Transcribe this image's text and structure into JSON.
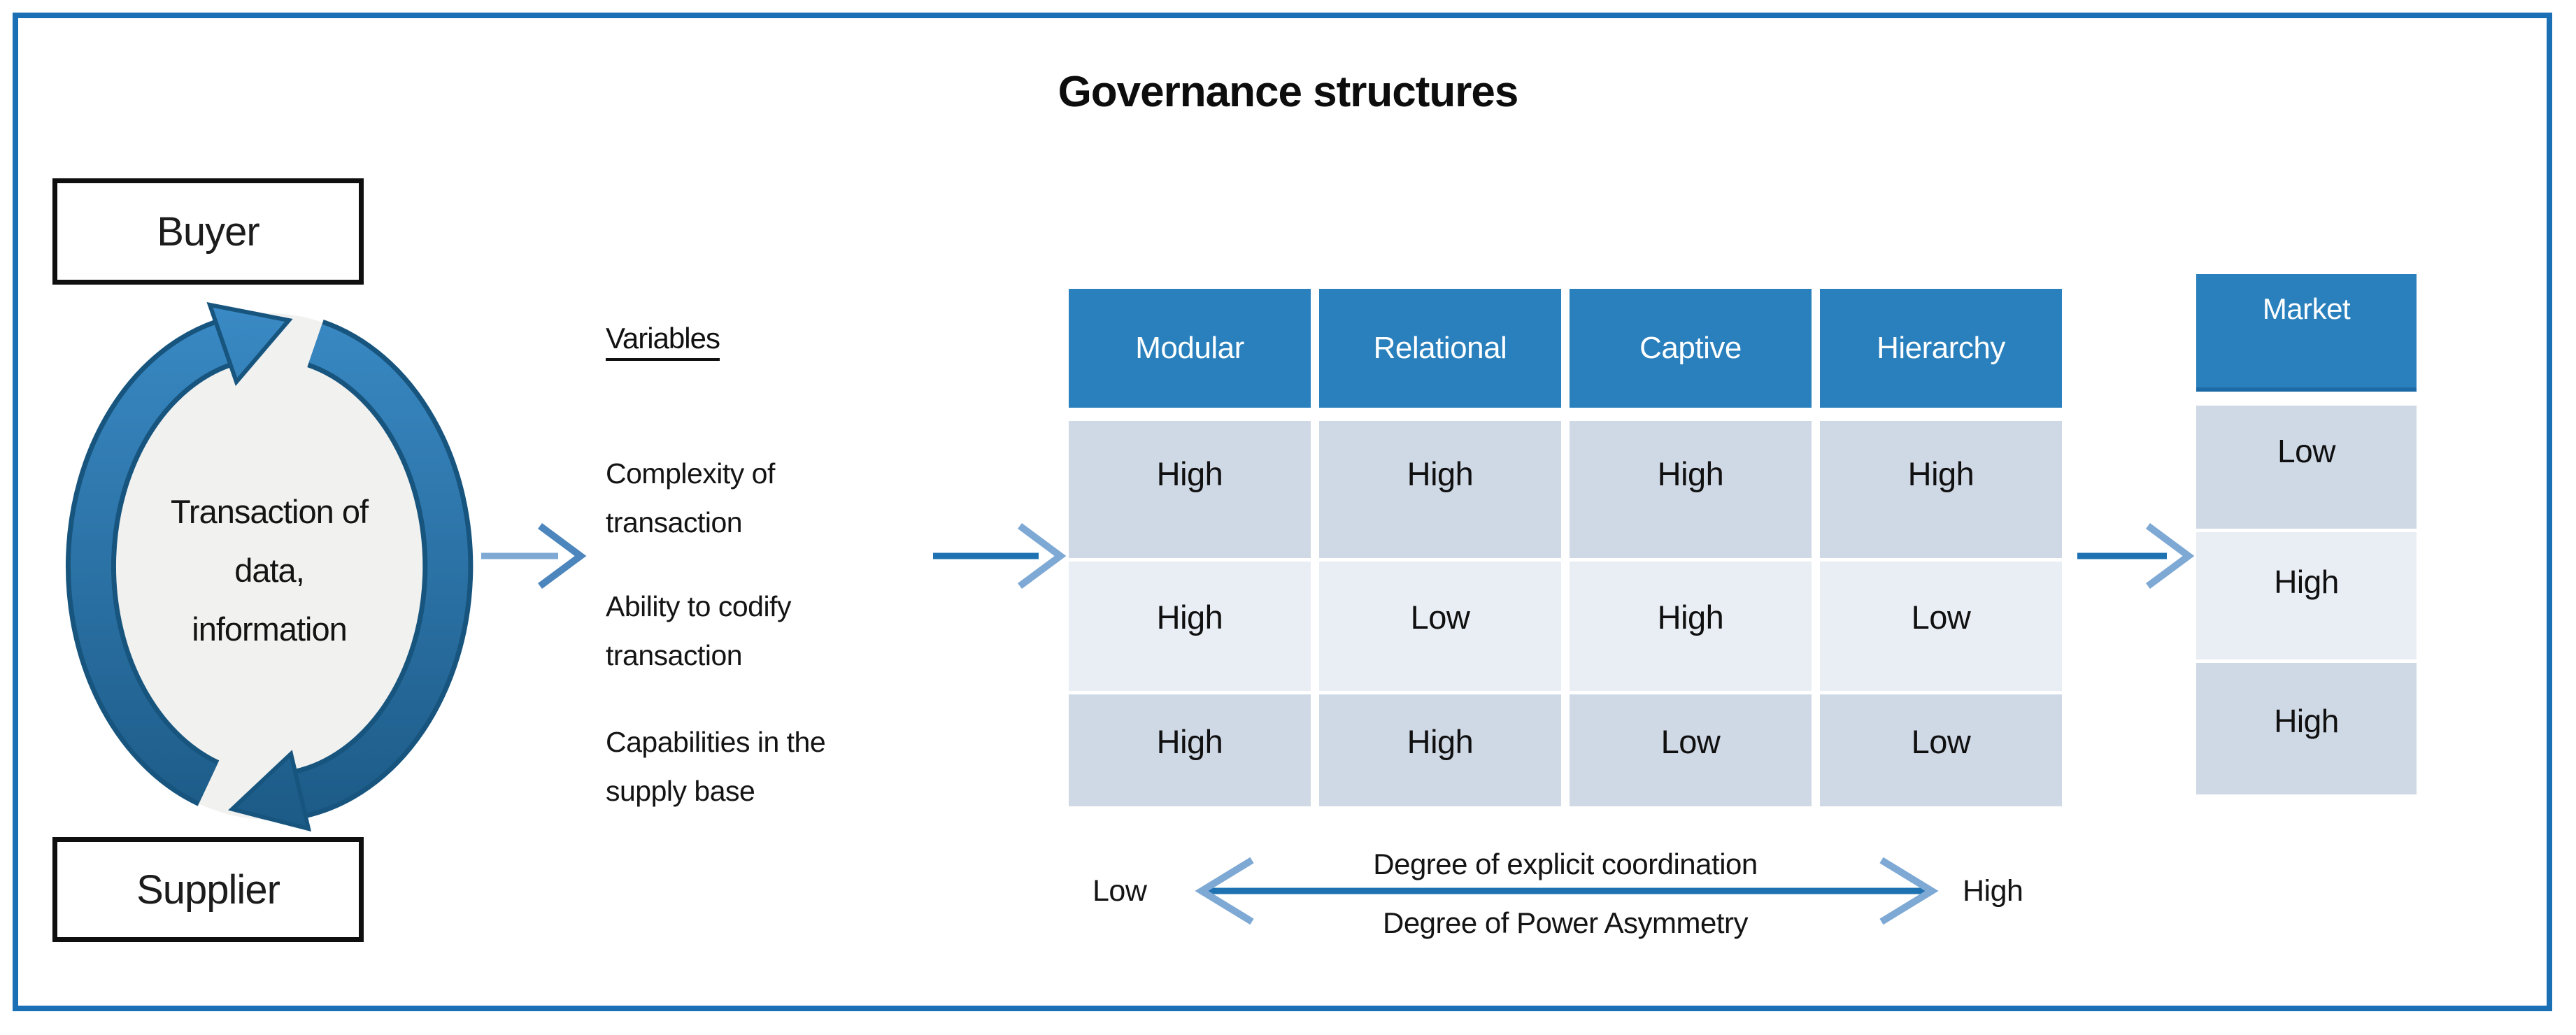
{
  "title": "Governance structures",
  "left_diagram": {
    "buyer_label": "Buyer",
    "supplier_label": "Supplier",
    "cycle_text": "Transaction of\ndata,\ninformation"
  },
  "variables": {
    "heading": "Variables",
    "items": [
      "Complexity of\ntransaction",
      "Ability to codify\ntransaction",
      "Capabilities in the\nsupply base"
    ]
  },
  "governance_table": {
    "columns": [
      "Modular",
      "Relational",
      "Captive",
      "Hierarchy"
    ],
    "rows": [
      [
        "High",
        "High",
        "High",
        "High"
      ],
      [
        "High",
        "Low",
        "High",
        "Low"
      ],
      [
        "High",
        "High",
        "Low",
        "Low"
      ]
    ]
  },
  "market_table": {
    "header": "Market",
    "rows": [
      "Low",
      "High",
      "High"
    ]
  },
  "axis": {
    "left_label": "Low",
    "right_label": "High",
    "top_label": "Degree of explicit coordination",
    "bottom_label": "Degree of Power Asymmetry"
  },
  "colors": {
    "frame": "#1a6fb5",
    "header_blue": "#2980bd",
    "row_dark": "#cfd8e5",
    "row_light": "#e9edf4",
    "arrow_blue": "#1e72b2",
    "arrow_light": "#7ea9d4",
    "cycle_top": "#3a8ac5",
    "cycle_bottom": "#1c5a86",
    "cycle_edge": "#17557f",
    "circle_fill": "#f1f1ef",
    "text_dark": "#141414"
  }
}
